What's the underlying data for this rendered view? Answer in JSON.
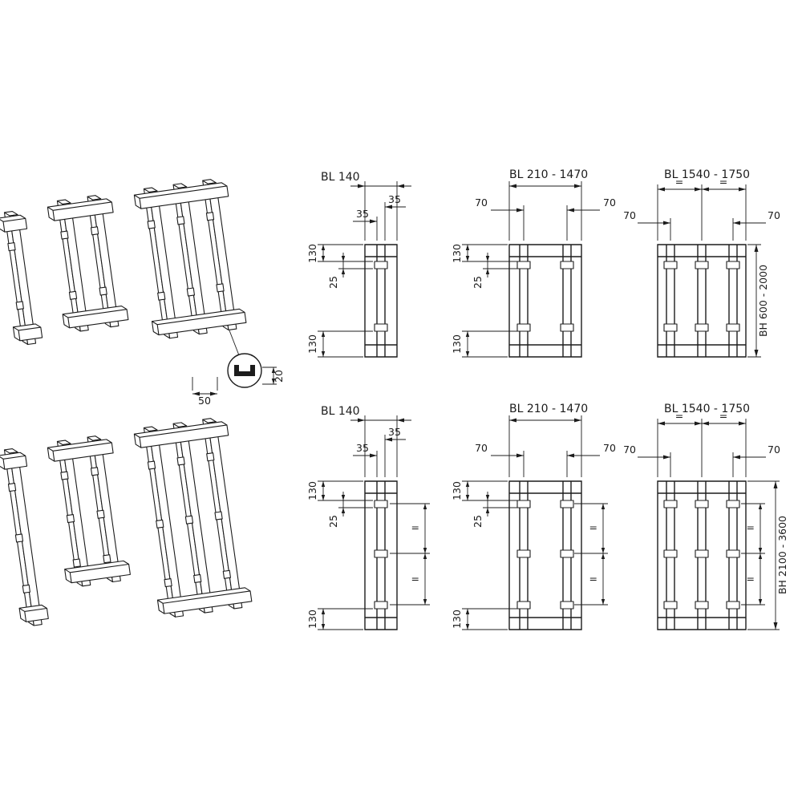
{
  "colors": {
    "ink": "#1c1c1c",
    "background": "#ffffff"
  },
  "detail": {
    "width": "50",
    "depth": "20"
  },
  "rows": [
    {
      "bh": "BH 600 - 2000",
      "drawings": [
        {
          "title": "BL 140",
          "w_left": "35",
          "w_right": "35",
          "h_top": "130",
          "h_clip": "25",
          "h_bottom": "130"
        },
        {
          "title": "BL 210 - 1470",
          "w_left": "70",
          "w_right": "70",
          "h_top": "130",
          "h_clip": "25",
          "h_bottom": "130"
        },
        {
          "title": "BL 1540 - 1750",
          "eq_left": "=",
          "eq_right": "=",
          "w_left": "70",
          "w_right": "70"
        }
      ]
    },
    {
      "bh": "BH 2100 - 3600",
      "drawings": [
        {
          "title": "BL 140",
          "w_left": "35",
          "w_right": "35",
          "h_top": "130",
          "h_clip": "25",
          "h_bottom": "130",
          "eq_upper": "=",
          "eq_lower": "="
        },
        {
          "title": "BL 210 - 1470",
          "w_left": "70",
          "w_right": "70",
          "h_top": "130",
          "h_clip": "25",
          "h_bottom": "130",
          "eq_upper": "=",
          "eq_lower": "="
        },
        {
          "title": "BL 1540 - 1750",
          "eq_left": "=",
          "eq_right": "=",
          "w_left": "70",
          "w_right": "70",
          "eq_upper": "=",
          "eq_lower": "="
        }
      ]
    }
  ]
}
